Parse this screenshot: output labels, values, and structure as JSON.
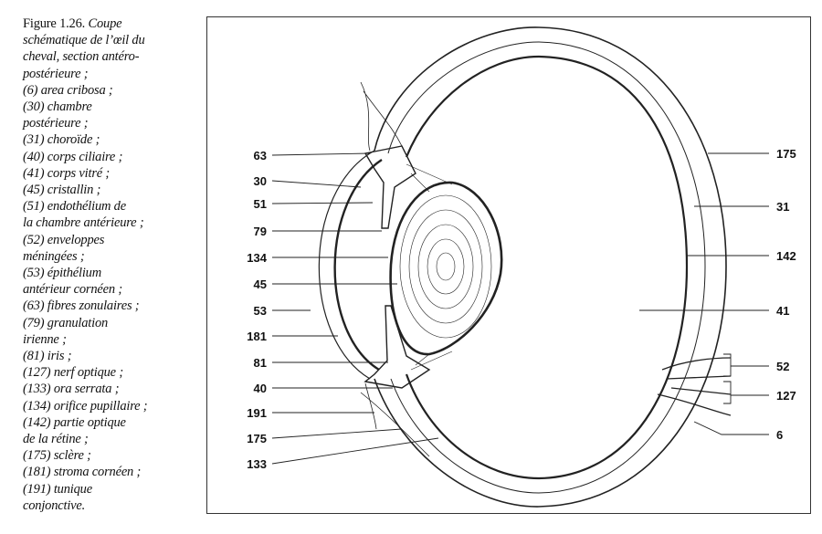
{
  "caption": {
    "title": "Figure 1.26.",
    "lines": [
      "Coupe",
      "schématique de l’œil du",
      "cheval, section antéro-",
      "postérieure ;",
      "(6) area cribosa ;",
      "(30) chambre",
      "postérieure ;",
      "(31) choroïde ;",
      "(40) corps ciliaire ;",
      "(41) corps vitré ;",
      "(45) cristallin ;",
      "(51) endothélium de",
      "la chambre antérieure ;",
      "(52) enveloppes",
      "méningées ;",
      "(53) épithélium",
      "antérieur cornéen ;",
      "(63) fibres zonulaires ;",
      "(79) granulation",
      "irienne ;",
      "(81) iris ;",
      "(127) nerf optique ;",
      "(133) ora serrata ;",
      "(134) orifice pupillaire ;",
      "(142) partie optique",
      "de la rétine ;",
      "(175) sclère ;",
      "(181) stroma cornéen ;",
      "(191) tunique",
      "conjonctive."
    ]
  },
  "labels_left": [
    "63",
    "30",
    "51",
    "79",
    "134",
    "45",
    "53",
    "181",
    "81",
    "40",
    "191",
    "175",
    "133"
  ],
  "labels_right": [
    "175",
    "31",
    "142",
    "41",
    "52",
    "127",
    "6"
  ]
}
